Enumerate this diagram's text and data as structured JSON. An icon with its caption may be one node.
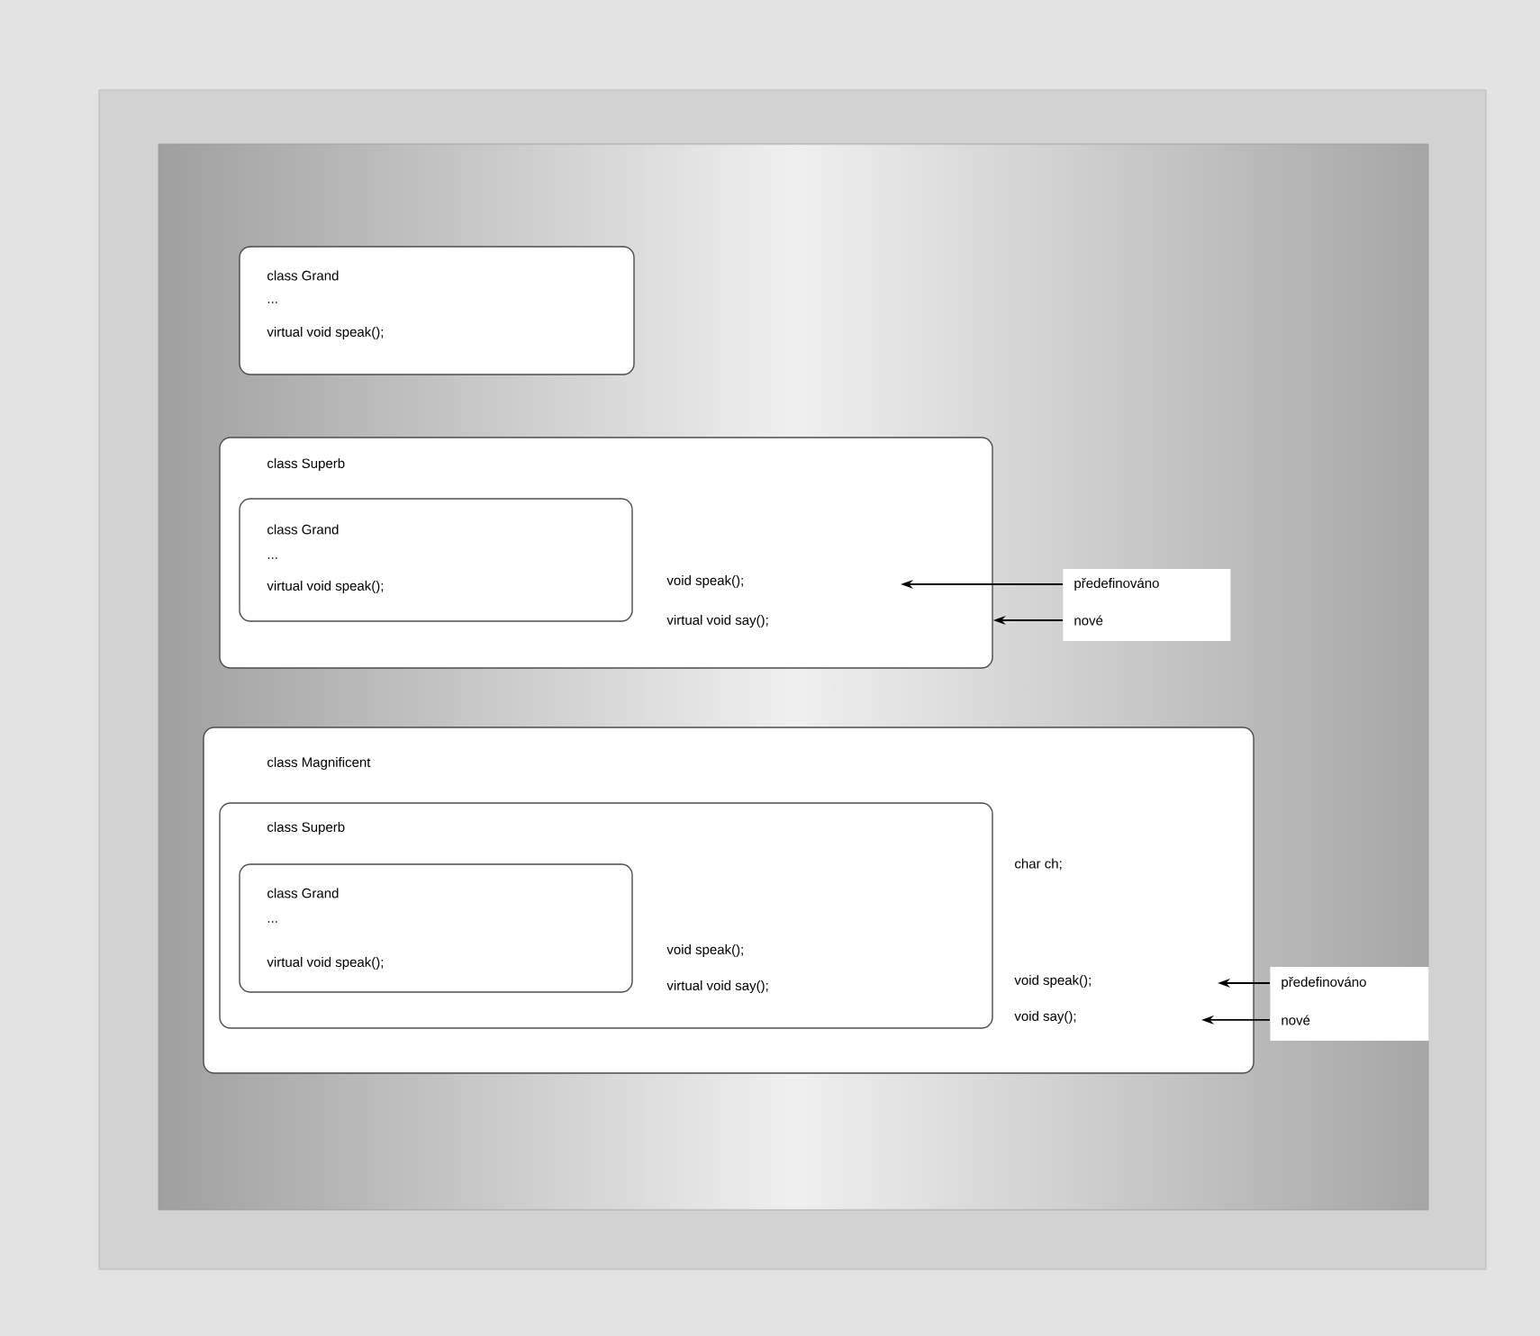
{
  "diagram": {
    "nodes": [
      {
        "text": [
          "class Grand",
          "...",
          "virtual void speak();"
        ]
      },
      {
        "text": [
          "class Superb",
          "void speak();",
          "virtual void say();"
        ]
      },
      {
        "text": [
          "class Grand",
          "...",
          "virtual void speak();"
        ],
        "in": 1
      },
      {
        "text": [
          "class Magnificent",
          "char ch;",
          "void speak();",
          "void say();"
        ]
      },
      {
        "text": [
          "class Superb",
          "void speak();",
          "virtual void say();"
        ],
        "in": 3
      },
      {
        "text": [
          "class Grand",
          "...",
          "virtual void speak();"
        ],
        "in": 4
      },
      {
        "text": [
          "předefinováno"
        ]
      },
      {
        "text": [
          "nové"
        ]
      },
      {
        "text": [
          "předefinováno"
        ]
      },
      {
        "text": [
          "nové"
        ]
      }
    ],
    "edges": [
      {
        "from": 6,
        "to": null,
        "arrow": "to"
      },
      {
        "from": 7,
        "to": 1,
        "arrow": "to"
      },
      {
        "from": 8,
        "to": null,
        "arrow": "to"
      },
      {
        "from": 9,
        "to": null,
        "arrow": "to"
      }
    ]
  }
}
